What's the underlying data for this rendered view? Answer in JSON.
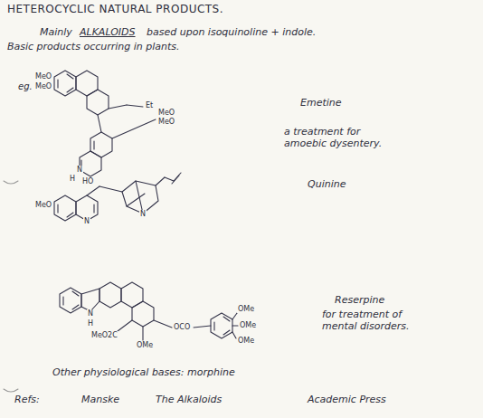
{
  "diagram": {
    "title": "HETEROCYCLIC NATURAL PRODUCTS.",
    "labels": [
      "Mainly",
      "ALKALOIDS",
      "based upon isoquinoline + indole.",
      "Basic products occurring in plants.",
      "eg.",
      "MeO",
      "MeO",
      "Et",
      "MeO",
      "MeO",
      "N",
      "H",
      "Emetine",
      "a treatment for amoebic dysentery.",
      "HO",
      "MeO",
      "N",
      "N",
      "Quinine",
      "N",
      "H",
      "MeO2C",
      "OMe",
      "OCO",
      "OMe",
      "OMe",
      "OMe",
      "Reserpine",
      "for treatment of mental disorders.",
      "Other physiological bases: morphine",
      "Refs:",
      "Manske",
      "The Alkaloids",
      "Academic Press"
    ]
  }
}
